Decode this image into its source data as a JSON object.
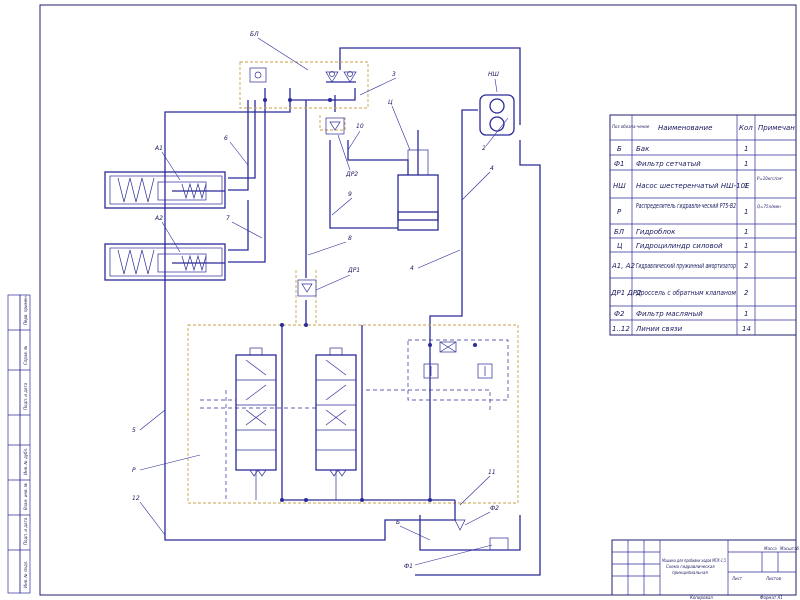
{
  "labels": {
    "bl": "БЛ",
    "z": "Ц",
    "ns": "НШ",
    "a1": "А1",
    "a2": "А2",
    "dr1": "ДР1",
    "dr2": "ДР2",
    "r": "Р",
    "b": "Б",
    "f1": "Ф1",
    "f2": "Ф2",
    "l2": "2",
    "l3": "3",
    "l4a": "4",
    "l4b": "4",
    "l5": "5",
    "l6": "6",
    "l7": "7",
    "l8": "8",
    "l9": "9",
    "l10": "10",
    "l11": "11",
    "l12": "12"
  },
  "table": {
    "headers": [
      "Поз обозна-чение",
      "Наименование",
      "Кол",
      "Примечан"
    ],
    "rows": [
      {
        "pos": "Б",
        "name": "Бак",
        "qty": "1",
        "note": ""
      },
      {
        "pos": "Ф1",
        "name": "Фильтр сетчатый",
        "qty": "1",
        "note": ""
      },
      {
        "pos": "НШ",
        "name": "Насос шестеренчатый НШ-10Е",
        "qty": "1",
        "note": "P=10кгс/см²"
      },
      {
        "pos": "Р",
        "name": "Распределитель гидравли-ческий Р75-В2",
        "qty": "1",
        "note": "Q=75л/мин"
      },
      {
        "pos": "БЛ",
        "name": "Гидроблок",
        "qty": "1",
        "note": ""
      },
      {
        "pos": "Ц",
        "name": "Гидроцилиндр силовой",
        "qty": "1",
        "note": ""
      },
      {
        "pos": "А1, А2",
        "name": "Гидравлический пружинный амортизатор",
        "qty": "2",
        "note": ""
      },
      {
        "pos": "ДР1 ДР2",
        "name": "Дроссель с обратным клапаном",
        "qty": "2",
        "note": ""
      },
      {
        "pos": "Ф2",
        "name": "Фильтр масляный",
        "qty": "1",
        "note": ""
      },
      {
        "pos": "1..12",
        "name": "Линии связи",
        "qty": "14",
        "note": ""
      }
    ]
  },
  "title_block": {
    "line1": "Машина для пробивки ходов МПХ-1,5",
    "line2": "Схема гидравлическая",
    "line3": "принципиальная",
    "sheet": "Лист",
    "sheets": "Листов",
    "mass": "Масса",
    "scale": "Масштаб"
  },
  "footer": {
    "copied": "Копировал",
    "format": "Формат А1"
  },
  "side_labels": [
    "Перв. примен.",
    "Справ. №",
    "Подп. и дата",
    "Инв. № дубл.",
    "Взам. инв. №",
    "Подп. и дата",
    "Инв. № подл."
  ],
  "colors": {
    "ink": "#2b2b9a",
    "pilot": "#c9a24a"
  }
}
